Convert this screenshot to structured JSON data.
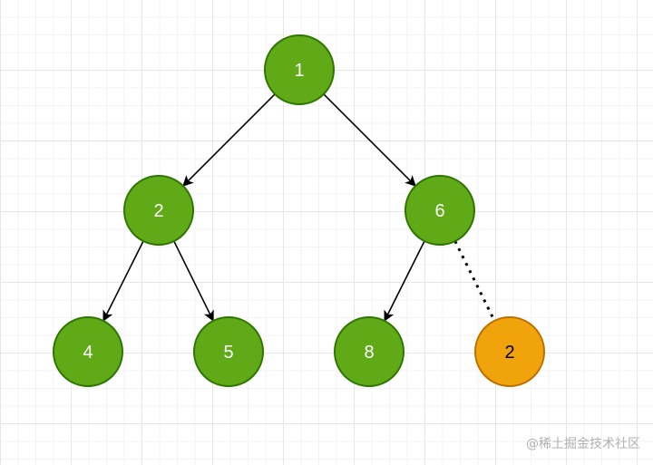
{
  "diagram": {
    "nodes": [
      {
        "id": "n1",
        "label": "1",
        "state": "normal"
      },
      {
        "id": "n2",
        "label": "2",
        "state": "normal"
      },
      {
        "id": "n6",
        "label": "6",
        "state": "normal"
      },
      {
        "id": "n4",
        "label": "4",
        "state": "normal"
      },
      {
        "id": "n5",
        "label": "5",
        "state": "normal"
      },
      {
        "id": "n8",
        "label": "8",
        "state": "normal"
      },
      {
        "id": "n2b",
        "label": "2",
        "state": "highlight"
      }
    ],
    "edges": [
      {
        "from": "n1",
        "to": "n2",
        "style": "arrow"
      },
      {
        "from": "n1",
        "to": "n6",
        "style": "arrow"
      },
      {
        "from": "n2",
        "to": "n4",
        "style": "arrow"
      },
      {
        "from": "n2",
        "to": "n5",
        "style": "arrow"
      },
      {
        "from": "n6",
        "to": "n8",
        "style": "arrow"
      },
      {
        "from": "n6",
        "to": "n2b",
        "style": "dotted"
      }
    ],
    "colors": {
      "node_fill": "#60a917",
      "node_stroke": "#2d7600",
      "node_text": "#ffffff",
      "highlight_fill": "#f0a30a",
      "highlight_stroke": "#bd7000",
      "highlight_text": "#000000",
      "edge": "#000000"
    }
  },
  "watermark": "@稀土掘金技术社区"
}
